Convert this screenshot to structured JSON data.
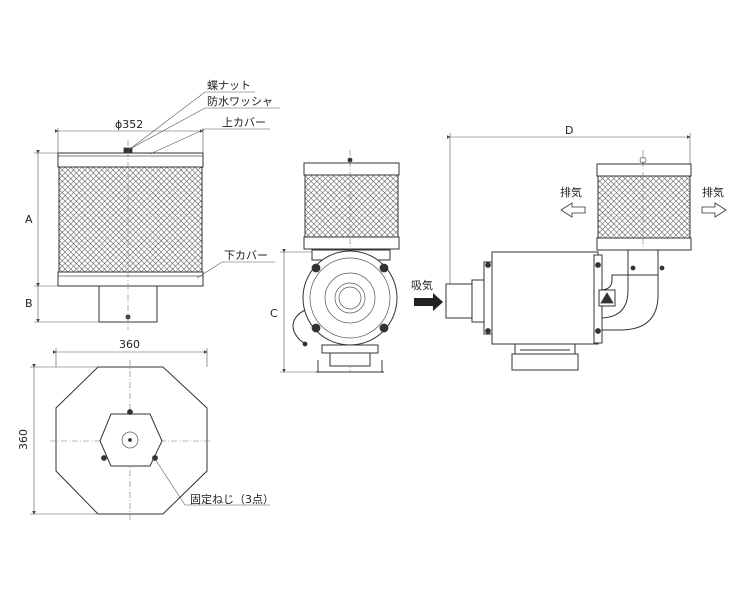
{
  "labels": {
    "wing_nut": "蝶ナット",
    "waterproof_washer": "防水ワッシャ",
    "upper_cover": "上カバー",
    "lower_cover": "下カバー",
    "fixing_screws": "固定ねじ（3点）",
    "intake": "吸気",
    "exhaust_left": "排気",
    "exhaust_right": "排気"
  },
  "dimensions": {
    "diameter": "ϕ352",
    "A": "A",
    "B": "B",
    "C": "C",
    "D": "D",
    "width": "360",
    "depth": "360"
  },
  "colors": {
    "line": "#333333",
    "mesh": "#444444",
    "arrow": "#222222"
  }
}
